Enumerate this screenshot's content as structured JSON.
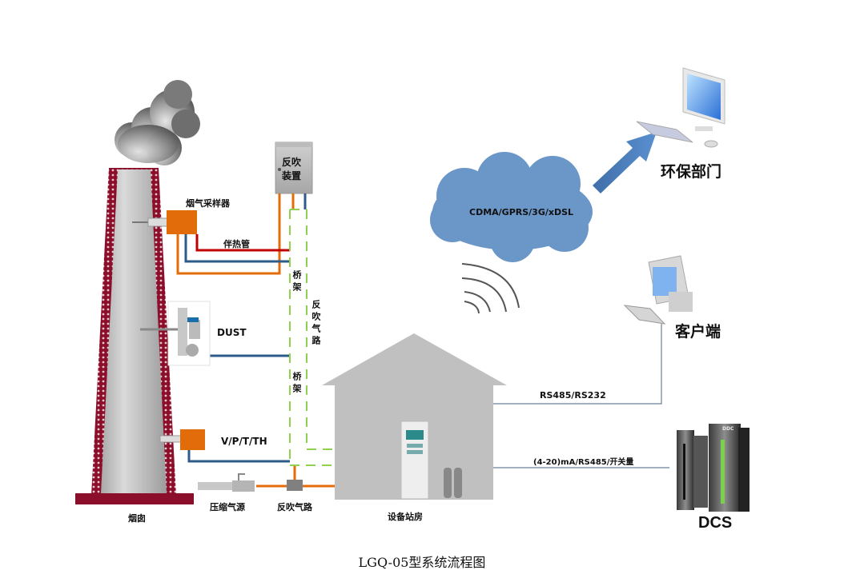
{
  "diagram": {
    "caption": "LGQ-05型系统流程图",
    "chimney": {
      "label": "烟囱"
    },
    "sampler": {
      "label": "烟气采样器"
    },
    "heated_pipe": {
      "label": "伴热管"
    },
    "blowback_device": {
      "line1": "反吹",
      "line2": "装置"
    },
    "bridge_top": {
      "label": "桥架"
    },
    "bridge_bottom": {
      "label": "桥架"
    },
    "blowback_path_vertical": {
      "label": "反吹气路"
    },
    "dust": {
      "label": "DUST"
    },
    "vpt": {
      "label": "V/P/T/TH"
    },
    "compressed_air": {
      "label": "压缩气源"
    },
    "blowback_path": {
      "label": "反吹气路"
    },
    "station": {
      "label": "设备站房"
    },
    "network": {
      "label": "CDMA/GPRS/3G/xDSL"
    },
    "env_dept": {
      "label": "环保部门"
    },
    "client": {
      "label": "客户端"
    },
    "rs_link": {
      "label": "RS485/RS232"
    },
    "dcs_link": {
      "label": "(4-20)mA/RS485/开关量"
    },
    "dcs": {
      "label": "DCS",
      "panel_text": "DDC"
    },
    "colors": {
      "chimney_brick": "#8b0f2a",
      "chimney_body": "#c4c4c4",
      "orange": "#e36c0a",
      "red": "#c00000",
      "blue": "#2e5c8a",
      "green_dash": "#92d050",
      "house": "#c0c0c0",
      "cloud": "#6a96c8",
      "arrow": "#4f81bd"
    }
  }
}
